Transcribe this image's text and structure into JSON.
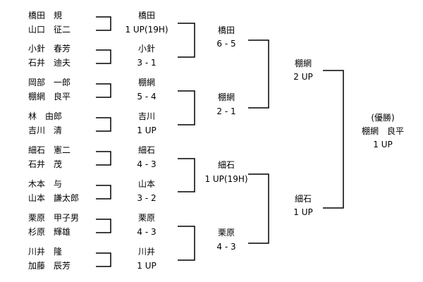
{
  "round1": {
    "matches": [
      {
        "p1": "橋田　規",
        "p2": "山口　征二",
        "winner": "橋田",
        "score": "1 UP(19H)"
      },
      {
        "p1": "小針　春芳",
        "p2": "石井　迪夫",
        "winner": "小針",
        "score": "3 - 1"
      },
      {
        "p1": "岡部　一郎",
        "p2": "棚網　良平",
        "winner": "棚網",
        "score": "5 - 4"
      },
      {
        "p1": "林　由郎",
        "p2": "吉川　清",
        "winner": "吉川",
        "score": "1 UP"
      },
      {
        "p1": "細石　憲二",
        "p2": "石井　茂",
        "winner": "細石",
        "score": "4 - 3"
      },
      {
        "p1": "木本　与",
        "p2": "山本　謙太郎",
        "winner": "山本",
        "score": "3 - 2"
      },
      {
        "p1": "栗原　甲子男",
        "p2": "杉原　輝雄",
        "winner": "栗原",
        "score": "4 - 3"
      },
      {
        "p1": "川井　隆",
        "p2": "加藤　辰芳",
        "winner": "川井",
        "score": "1 UP"
      }
    ]
  },
  "round2": [
    {
      "winner": "橋田",
      "score": "6 - 5"
    },
    {
      "winner": "棚網",
      "score": "2 - 1"
    },
    {
      "winner": "細石",
      "score": "1 UP(19H)"
    },
    {
      "winner": "栗原",
      "score": "4 - 3"
    }
  ],
  "semifinal": [
    {
      "winner": "棚網",
      "score": "2 UP"
    },
    {
      "winner": "細石",
      "score": "1 UP"
    }
  ],
  "final": {
    "label": "(優勝)",
    "winner": "棚網　良平",
    "score": "1 UP"
  }
}
